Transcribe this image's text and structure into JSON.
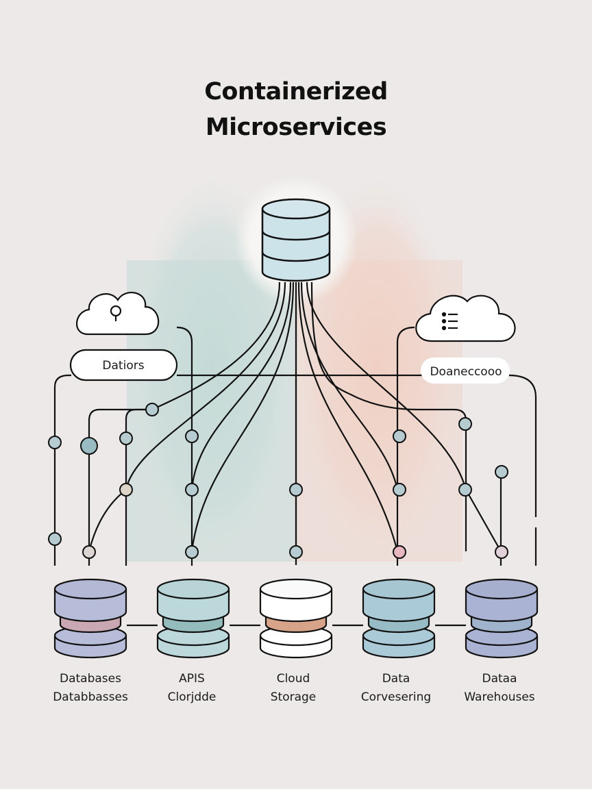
{
  "title": {
    "line1": "Containerized",
    "line2": "Microservices"
  },
  "central_node": {
    "icon": "database-icon",
    "color": "#cde3ea"
  },
  "clouds": [
    {
      "icon": "location-pin-icon",
      "tag": "Datiors"
    },
    {
      "icon": "list-icon",
      "tag": "Doaneccooo"
    }
  ],
  "services": [
    {
      "line1": "Databases",
      "line2": "Databbasses",
      "top_color": "#b7bcd8",
      "ring_color": "#c9a7b3"
    },
    {
      "line1": "APIS",
      "line2": "Clorjdde",
      "top_color": "#bcd8db",
      "ring_color": "#95bcbd"
    },
    {
      "line1": "Cloud",
      "line2": "Storage",
      "top_color": "#ffffff",
      "ring_color": "#d7a489"
    },
    {
      "line1": "Data",
      "line2": "Corvesering",
      "top_color": "#a9cad6",
      "ring_color": "#98bcc6"
    },
    {
      "line1": "Dataa",
      "line2": "Warehouses",
      "top_color": "#aab3d3",
      "ring_color": "#9fb4cc"
    }
  ],
  "colors": {
    "background": "#ece9e8",
    "stroke": "#111111",
    "node_fill": "#b7ccd0",
    "node_pink": "#e6b7bf",
    "node_beige": "#ddd5c8",
    "glow_teal": "#bcd6d3",
    "glow_orange": "#f2c7b3"
  }
}
